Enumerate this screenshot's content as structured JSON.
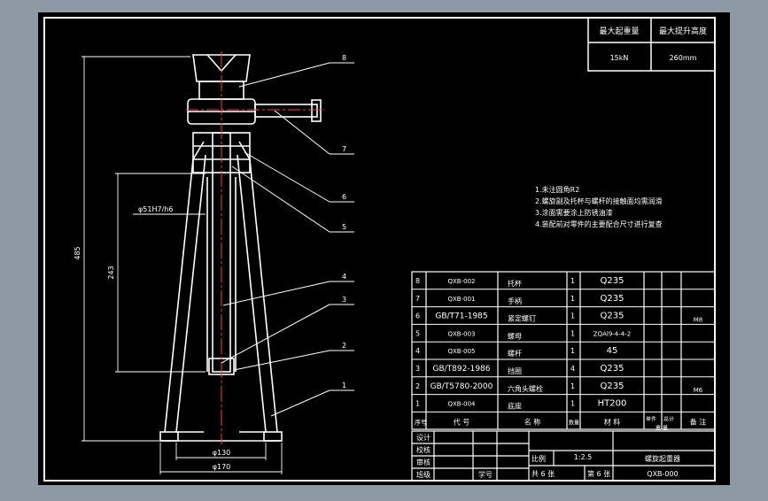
{
  "colors": {
    "background": "#000000",
    "frame": "#ffffff",
    "centerline": "#ff3b3b",
    "outer_bg": "#8d9aa6"
  },
  "spec_table": {
    "headers": [
      "最大起重量",
      "最大提升高度"
    ],
    "values": [
      "15kN",
      "260mm"
    ]
  },
  "notes": [
    "1.未注圆角R2",
    "2.螺旋副及托杯与螺杆的接触面均需润滑",
    "3.涂面需要涂上防锈油漆",
    "4.装配前对零件的主要配合尺寸进行复查"
  ],
  "dimensions": {
    "overall_height": "485",
    "stroke": "243",
    "fit": "φ51H7/h6",
    "base_inner": "φ130",
    "base_outer": "φ170"
  },
  "callouts": [
    "8",
    "7",
    "6",
    "5",
    "4",
    "3",
    "2",
    "1"
  ],
  "parts": [
    {
      "no": "8",
      "code": "QXB-002",
      "name": "托杯",
      "qty": "1",
      "material": "Q235",
      "note": ""
    },
    {
      "no": "7",
      "code": "QXB-001",
      "name": "手柄",
      "qty": "1",
      "material": "Q235",
      "note": ""
    },
    {
      "no": "6",
      "code": "GB/T71-1985",
      "name": "紧定螺钉",
      "qty": "1",
      "material": "Q235",
      "note": "M8"
    },
    {
      "no": "5",
      "code": "QXB-003",
      "name": "螺母",
      "qty": "1",
      "material": "ZQAl9-4-4-2",
      "note": ""
    },
    {
      "no": "4",
      "code": "QXB-005",
      "name": "螺杆",
      "qty": "1",
      "material": "45",
      "note": ""
    },
    {
      "no": "3",
      "code": "GB/T892-1986",
      "name": "挡圈",
      "qty": "4",
      "material": "Q235",
      "note": ""
    },
    {
      "no": "2",
      "code": "GB/T5780-2000",
      "name": "六角头螺栓",
      "qty": "1",
      "material": "Q235",
      "note": "M6"
    },
    {
      "no": "1",
      "code": "QXB-004",
      "name": "底座",
      "qty": "1",
      "material": "HT200",
      "note": ""
    }
  ],
  "parts_header": {
    "no": "序号",
    "code": "代 号",
    "name": "名 称",
    "qty": "数量",
    "material": "材 料",
    "single": "单件",
    "total": "总计",
    "weight": "重 量",
    "note": "备 注"
  },
  "title_block": {
    "rows": [
      "设计",
      "校核",
      "审核",
      "班级"
    ],
    "student_no": "学号",
    "scale_label": "比例",
    "scale": "1:2.5",
    "title": "螺旋起重器",
    "sheets": "共 6 张",
    "sheet_no": "第 6 张",
    "drawing_no": "QXB-000"
  }
}
